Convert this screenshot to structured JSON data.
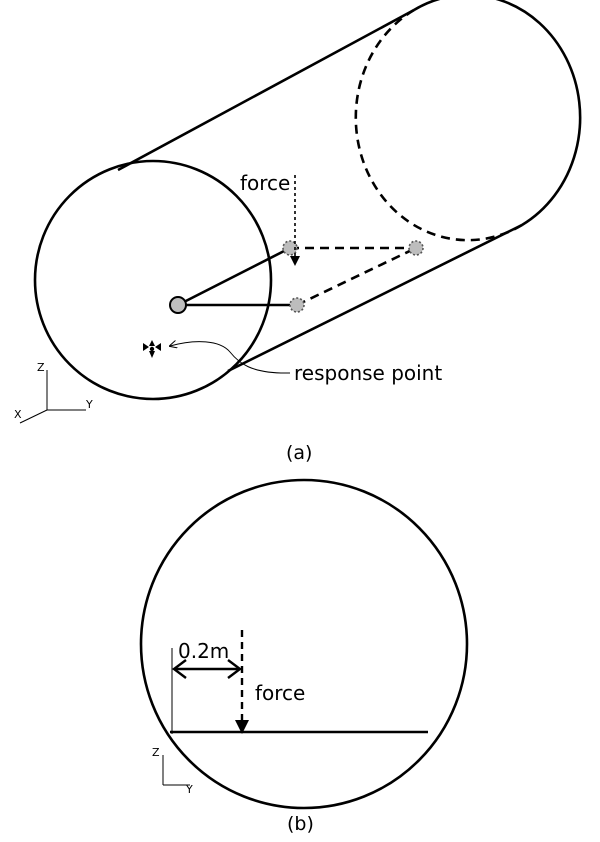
{
  "panel_a": {
    "force_label": "force",
    "response_label": "response point",
    "axes": {
      "z": "Z",
      "y": "Y",
      "x": "X"
    },
    "caption": "(a)"
  },
  "panel_b": {
    "dimension_label": "0.2m",
    "force_label": "force",
    "axes": {
      "z": "Z",
      "y": "Y"
    },
    "caption": "(b)"
  },
  "colors": {
    "line": "#000000",
    "node_fill": "#bdbdbd",
    "node_stroke": "#555555",
    "background": "#ffffff"
  },
  "icons": {
    "response_marker": "response-point-icon"
  }
}
